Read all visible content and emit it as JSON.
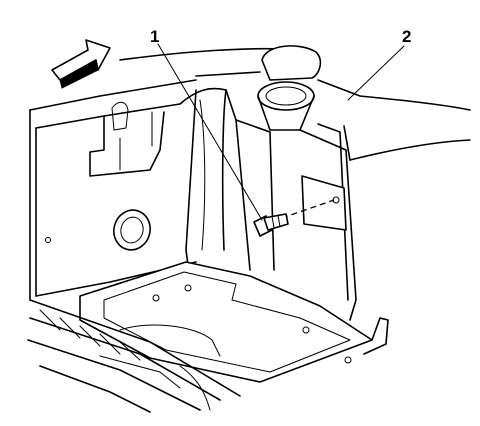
{
  "callouts": [
    {
      "id": "1",
      "text": "1"
    },
    {
      "id": "2",
      "text": "2"
    }
  ],
  "icons": {
    "direction_arrow": "forward-arrow-icon"
  }
}
